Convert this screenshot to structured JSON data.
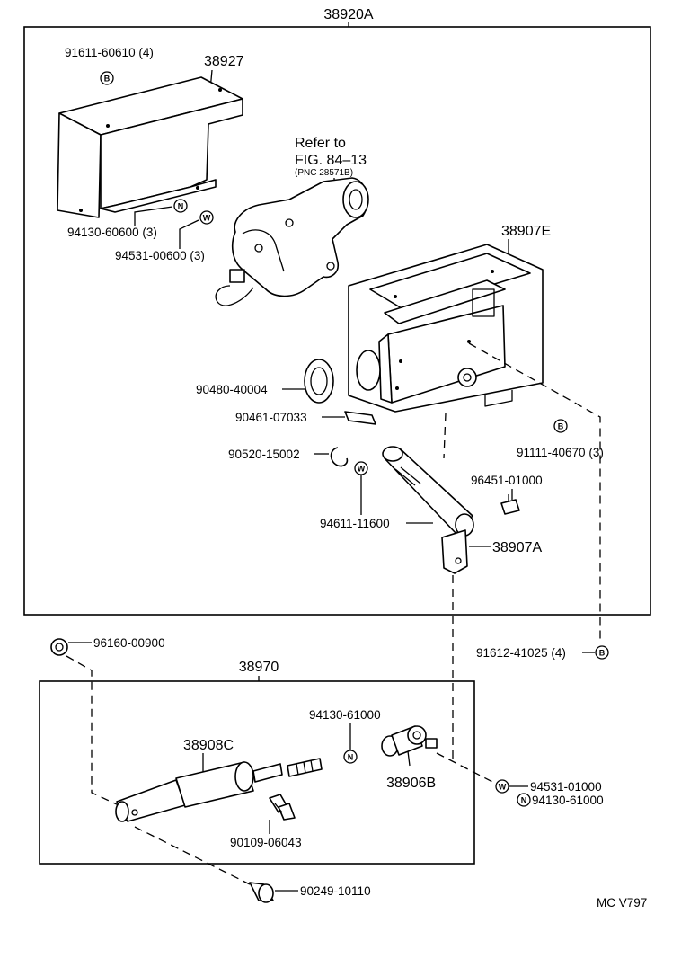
{
  "assembly_main": "38920A",
  "assembly_sub": "38970",
  "footer_code": "MC V797",
  "refer": {
    "line1": "Refer to",
    "line2": "FIG. 84–13",
    "line3": "(PNC 28571B)"
  },
  "symbols": {
    "b": "B",
    "n": "N",
    "w": "W"
  },
  "parts": {
    "bracket_bolt": "91611-60610 (4)",
    "bracket": "38927",
    "nut_small": "94130-60600 (3)",
    "washer_small": "94531-00600 (3)",
    "frame": "38907E",
    "collar": "90480-40004",
    "plate": "90461-07033",
    "ring_clip": "90520-15002",
    "washer_lever": "94611-11600",
    "frame_bolt": "91111-40670 (3)",
    "clip_small": "96451-01000",
    "lever": "38907A",
    "frame_bolt2": "91612-41025 (4)",
    "e_ring": "96160-00900",
    "rod_end": "38908C",
    "nut_large": "94130-61000",
    "joint": "38906B",
    "washer_large": "94531-01000",
    "nut_large2": "94130-61000",
    "grease_nipple": "90109-06043",
    "pin": "90249-10110"
  }
}
